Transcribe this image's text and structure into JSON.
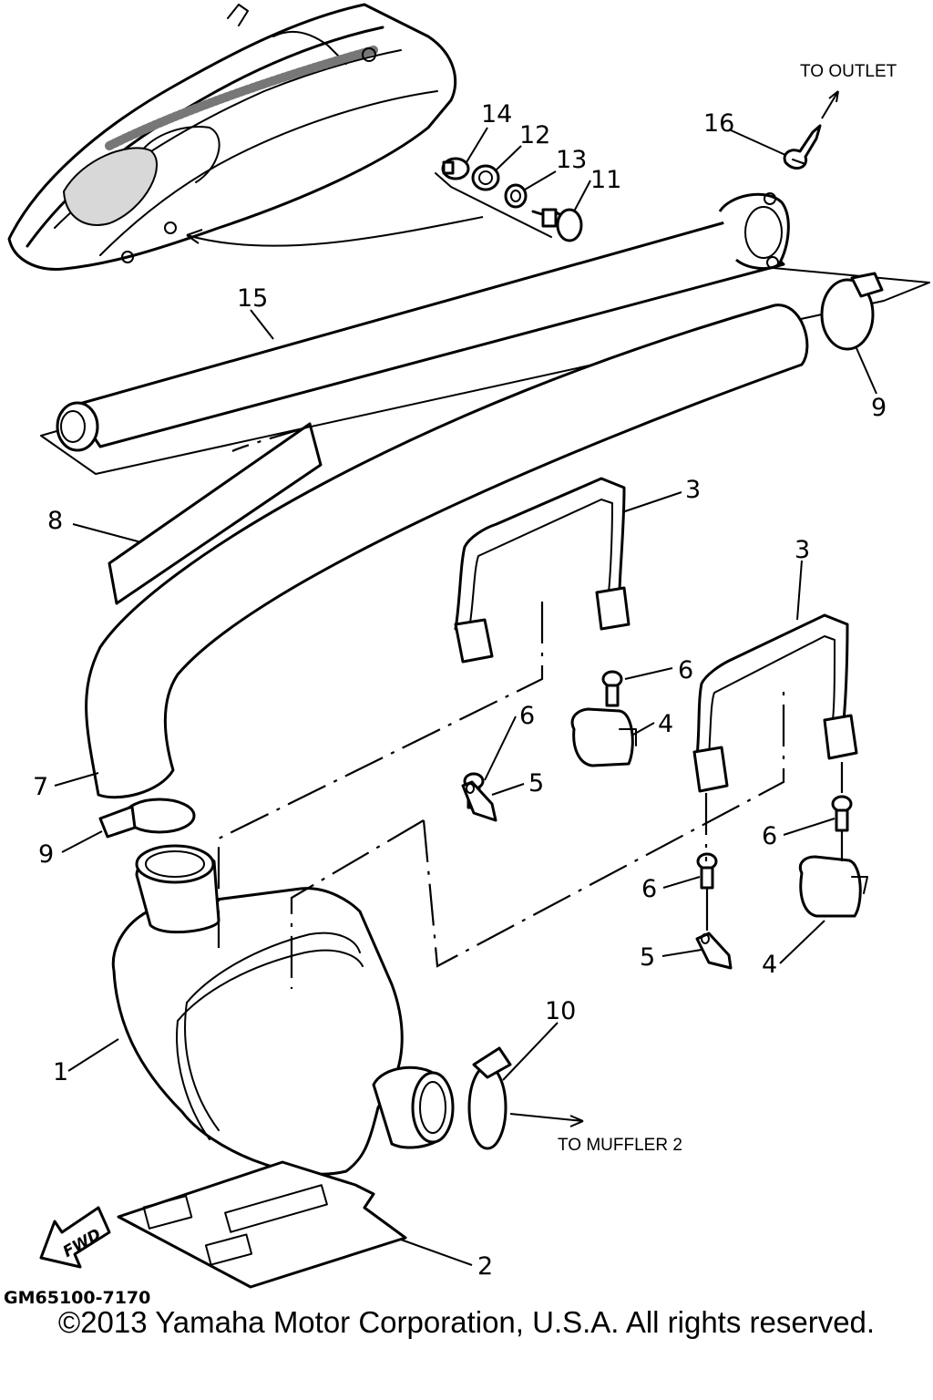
{
  "labels": {
    "to_outlet": "TO OUTLET",
    "to_muffler_2": "TO MUFFLER 2",
    "fwd": "FWD",
    "diagram_code": "GM65100-7170"
  },
  "callouts": {
    "p1": "1",
    "p2": "2",
    "p3a": "3",
    "p3b": "3",
    "p4a": "4",
    "p4b": "4",
    "p5a": "5",
    "p5b": "5",
    "p6a": "6",
    "p6b": "6",
    "p6c": "6",
    "p6d": "6",
    "p7": "7",
    "p8": "8",
    "p9a": "9",
    "p9b": "9",
    "p10": "10",
    "p11": "11",
    "p12": "12",
    "p13": "13",
    "p14": "14",
    "p15": "15",
    "p16": "16"
  },
  "footer": {
    "copyright": "©2013 Yamaha Motor Corporation, U.S.A. All rights reserved."
  }
}
